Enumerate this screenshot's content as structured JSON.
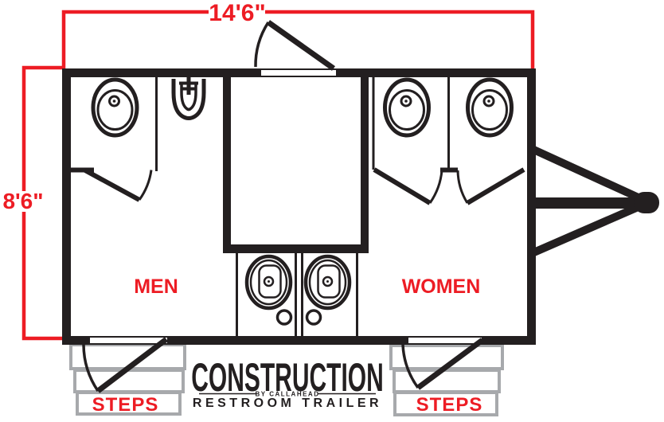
{
  "diagram": {
    "type": "trailer-floor-plan",
    "dimensions": {
      "width": "14'6\"",
      "height": "8'6\""
    },
    "rooms": {
      "men": "MEN",
      "women": "WOMEN"
    },
    "steps": {
      "left": "STEPS",
      "right": "STEPS"
    },
    "logo": {
      "name": "CONSTRUCTION",
      "byline": "BY CALLAHEAD",
      "product": "RESTROOM TRAILER"
    },
    "fixtures": {
      "toilets": 3,
      "urinals": 1,
      "sinks": 2,
      "exterior_doors": 3,
      "stall_doors": 3
    },
    "colors": {
      "accent_red": "#ed1c24",
      "line_black": "#231f20",
      "step_gray": "#a7a9ac",
      "background": "#ffffff"
    }
  }
}
